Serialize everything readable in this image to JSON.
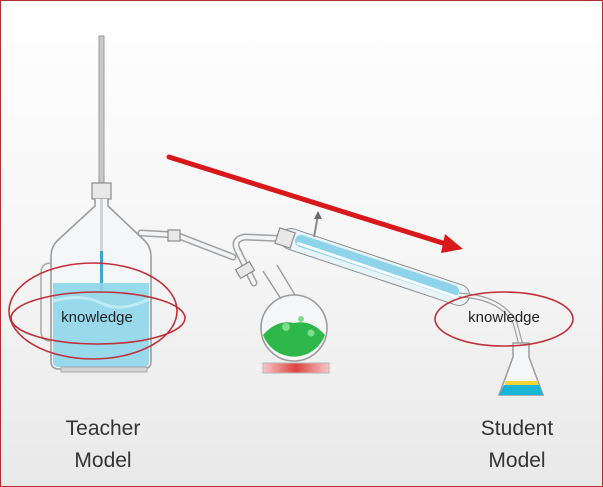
{
  "diagram": {
    "teacher": {
      "bubble_label": "knowledge",
      "name_line1": "Teacher",
      "name_line2": "Model"
    },
    "student": {
      "bubble_label": "knowledge",
      "name_line1": "Student",
      "name_line2": "Model"
    }
  },
  "colors": {
    "frame_border": "#b03030",
    "arrow": "#d8181a",
    "ellipse_outline": "#c0303a",
    "teacher_liquid": "#8fd6ea",
    "student_liquid": "#19b5d6",
    "flask_liquid": "#2fb84a",
    "condenser_water": "#8dd3ea",
    "heater": "#e04040"
  }
}
